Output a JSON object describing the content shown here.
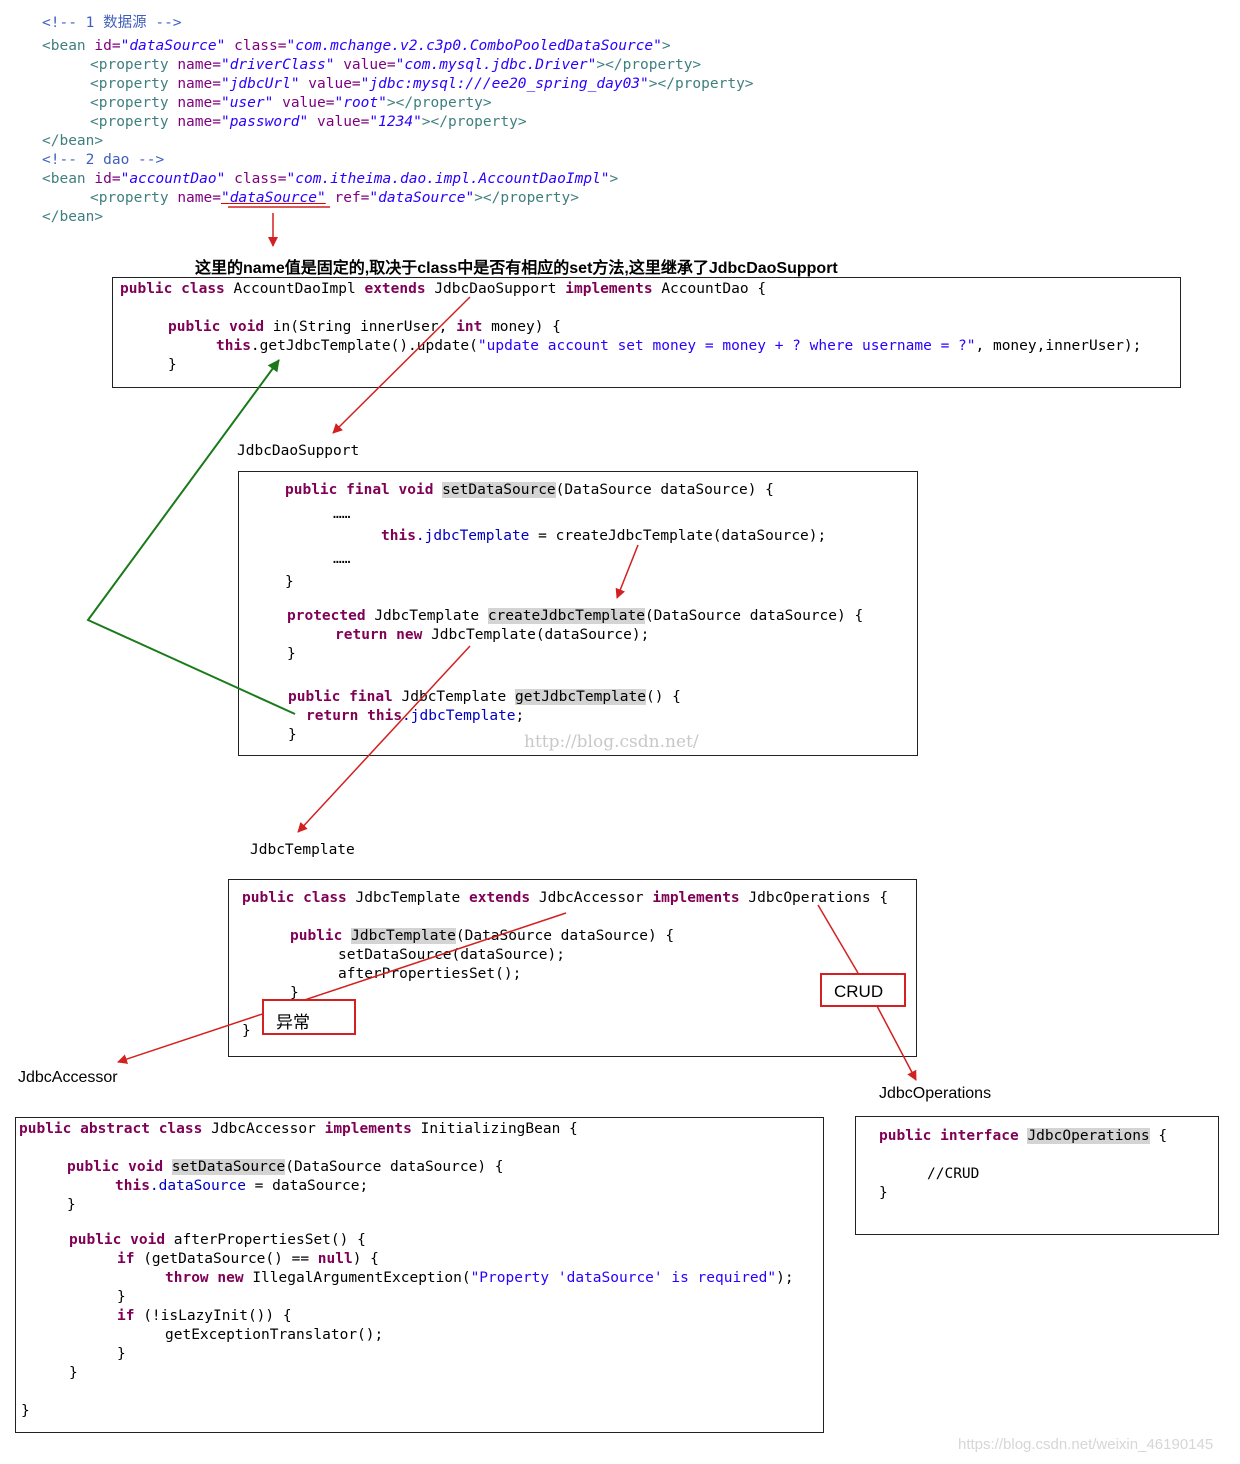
{
  "xml": {
    "comment1": "<!-- 1 数据源 -->",
    "comment2": "<!-- 2 dao -->",
    "bean_open": "<bean",
    "bean_close": "</bean>",
    "property_open": "<property",
    "property_close": "></property>",
    "gt": ">",
    "q": "\"",
    "attr_id": "id=",
    "attr_class": "class=",
    "attr_name": "name=",
    "attr_value": "value=",
    "attr_ref": "ref=",
    "datasource_bean": {
      "id": "dataSource",
      "class": "com.mchange.v2.c3p0.ComboPooledDataSource"
    },
    "properties": [
      {
        "name": "driverClass",
        "value": "com.mysql.jdbc.Driver"
      },
      {
        "name": "jdbcUrl",
        "value": "jdbc:mysql:///ee20_spring_day03"
      },
      {
        "name": "user",
        "value": "root"
      },
      {
        "name": "password",
        "value": "1234"
      }
    ],
    "dao_bean": {
      "id": "accountDao",
      "class": "com.itheima.dao.impl.AccountDaoImpl"
    },
    "dao_property": {
      "name": "dataSource",
      "ref": "dataSource"
    }
  },
  "annotation_text": "这里的name值是固定的,取决于class中是否有相应的set方法,这里继承了JdbcDaoSupport",
  "kw": {
    "public": "public",
    "class": "class",
    "extends": "extends",
    "implements": "implements",
    "void": "void",
    "int": "int",
    "this": "this",
    "final": "final",
    "protected": "protected",
    "return": "return",
    "new": "new",
    "abstract": "abstract",
    "interface": "interface",
    "if": "if",
    "null": "null",
    "throw": "throw"
  },
  "account_dao_impl": {
    "class_name": "AccountDaoImpl",
    "super": "JdbcDaoSupport",
    "iface": "AccountDao {",
    "method_sig": "in(String innerUser,",
    "method_sig2": "money) {",
    "call": ".getJdbcTemplate().update(",
    "sql": "\"update account set money = money + ? where username = ?\"",
    "args": ", money,innerUser);",
    "close": "}"
  },
  "section_labels": {
    "jdbc_dao_support": "JdbcDaoSupport",
    "jdbc_template": "JdbcTemplate",
    "jdbc_accessor": "JdbcAccessor",
    "jdbc_operations": "JdbcOperations"
  },
  "jdbc_dao_support": {
    "set_ds_name": "setDataSource",
    "set_ds_params": "(DataSource dataSource) {",
    "ellipsis": "……",
    "field": ".jdbcTemplate",
    "assign_rest": " = createJdbcTemplate(dataSource);",
    "close": "}",
    "create_ret": "JdbcTemplate",
    "create_name": "createJdbcTemplate",
    "create_params": "(DataSource dataSource) {",
    "create_body": "JdbcTemplate(dataSource);",
    "get_ret": "JdbcTemplate",
    "get_name": "getJdbcTemplate",
    "get_params": "() {",
    "get_body": ".jdbcTemplate",
    "semicolon": ";"
  },
  "jdbc_template": {
    "class_name": "JdbcTemplate",
    "super": "JdbcAccessor",
    "iface": "JdbcOperations {",
    "ctor_name": "JdbcTemplate",
    "ctor_params": "(DataSource dataSource) {",
    "body1": "setDataSource(dataSource);",
    "body2": "afterPropertiesSet();",
    "close": "}"
  },
  "tags": {
    "exception": "异常",
    "crud": "CRUD"
  },
  "jdbc_accessor": {
    "class_name": "JdbcAccessor",
    "iface": "InitializingBean {",
    "set_name": "setDataSource",
    "set_params": "(DataSource dataSource) {",
    "field": ".dataSource",
    "assign_rest": " = dataSource;",
    "close": "}",
    "aps_sig": "afterPropertiesSet() {",
    "cond1": " (getDataSource() == ",
    "cond1_end": ") {",
    "exc": " IllegalArgumentException(",
    "exc_msg": "\"Property 'dataSource' is required\"",
    "exc_end": ");",
    "cond2": " (!isLazyInit()) {",
    "translator": "getExceptionTranslator();"
  },
  "jdbc_operations": {
    "name": "JdbcOperations",
    "brace": " {",
    "comment": "//CRUD",
    "close": "}"
  },
  "watermarks": {
    "center": "http://blog.csdn.net/",
    "corner": "https://blog.csdn.net/weixin_46190145"
  },
  "colors": {
    "arrow_red": "#d32020",
    "arrow_green": "#1a7a1a",
    "keyword": "#7f0055",
    "string": "#2a00ff"
  }
}
